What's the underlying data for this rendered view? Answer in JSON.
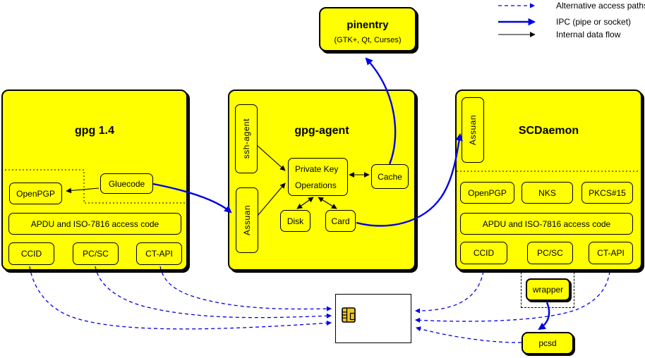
{
  "colors": {
    "box_fill": "#ffff00",
    "line_blue": "#0000e6",
    "line_black": "#000000",
    "card_fill": "#ffffff",
    "chip_fill": "#eec61e"
  },
  "legend": {
    "items": [
      {
        "label": "Alternative access paths",
        "style": "dashed-blue-arrow"
      },
      {
        "label": "IPC (pipe or socket)",
        "style": "solid-blue-thick-arrow"
      },
      {
        "label": "Internal data flow",
        "style": "solid-black-arrow"
      }
    ]
  },
  "pinentry": {
    "title": "pinentry",
    "subtitle": "(GTK+, Qt, Curses)"
  },
  "gpg14": {
    "title": "gpg 1.4",
    "modules": {
      "gluecode": "Gluecode",
      "openpgp": "OpenPGP",
      "apdu": "APDU and ISO-7816 access code",
      "ccid": "CCID",
      "pcsc": "PC/SC",
      "ctapi": "CT-API"
    }
  },
  "gpg_agent": {
    "title": "gpg-agent",
    "modules": {
      "ssh_agent": "ssh-agent",
      "assuan": "Assuan",
      "private_key_ops_line1": "Private Key",
      "private_key_ops_line2": "Operations",
      "cache": "Cache",
      "disk": "Disk",
      "card": "Card"
    }
  },
  "scdaemon": {
    "title": "SCDaemon",
    "modules": {
      "assuan": "Assuan",
      "openpgp": "OpenPGP",
      "nks": "NKS",
      "pkcs15": "PKCS#15",
      "apdu": "APDU and ISO-7816 access code",
      "ccid": "CCID",
      "pcsc": "PC/SC",
      "ctapi": "CT-API"
    }
  },
  "external": {
    "wrapper": "wrapper",
    "pcsd": "pcsd"
  },
  "icons": {
    "smartcard": "smartcard-chip-icon"
  }
}
